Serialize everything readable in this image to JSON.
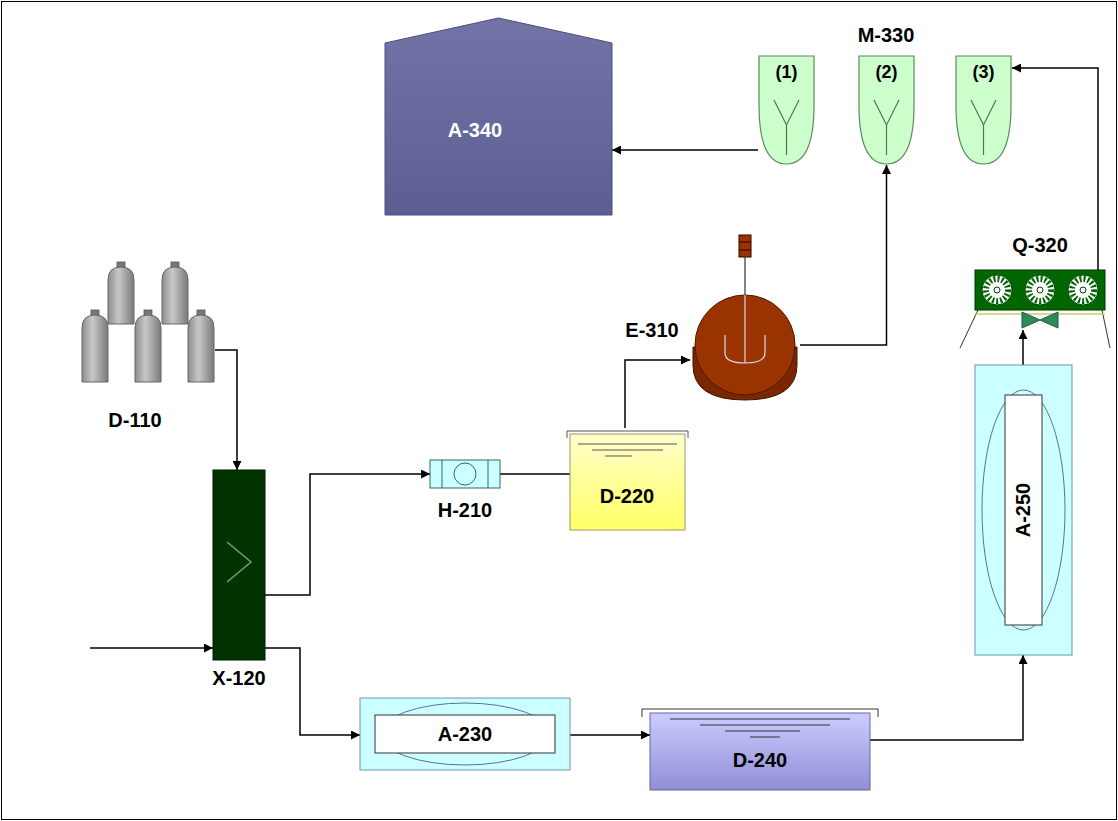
{
  "diagram": {
    "nodes": [
      {
        "text": [
          "D-110"
        ]
      },
      {
        "text": [
          "X-120"
        ]
      },
      {
        "text": [
          "H-210"
        ]
      },
      {
        "text": [
          "D-220"
        ]
      },
      {
        "text": [
          "E-310"
        ]
      },
      {
        "text": [
          "A-230"
        ]
      },
      {
        "text": [
          "D-240"
        ]
      },
      {
        "text": [
          "A-250"
        ]
      },
      {
        "text": [
          "Q-320"
        ]
      },
      {
        "text": [
          "A-340"
        ]
      },
      {
        "text": [
          "(1)"
        ]
      },
      {
        "text": [
          "(2)"
        ]
      },
      {
        "text": [
          "(3)"
        ]
      }
    ],
    "edges": [
      {
        "from": 0,
        "to": 1,
        "arrow": "to"
      },
      {
        "from": 1,
        "to": 2,
        "arrow": "to"
      },
      {
        "from": 2,
        "to": 3,
        "arrow": "none"
      },
      {
        "from": 3,
        "to": 4,
        "arrow": "to"
      },
      {
        "from": 4,
        "to": 11,
        "arrow": "to"
      },
      {
        "from": 1,
        "to": 5,
        "arrow": "to"
      },
      {
        "from": 5,
        "to": 6,
        "arrow": "to"
      },
      {
        "from": 6,
        "to": 7,
        "arrow": "to"
      },
      {
        "from": 7,
        "to": 8,
        "arrow": "to"
      },
      {
        "from": 8,
        "to": 12,
        "arrow": "to"
      },
      {
        "from": 10,
        "to": 9,
        "arrow": "to"
      }
    ],
    "labels": [
      "M-330"
    ]
  }
}
